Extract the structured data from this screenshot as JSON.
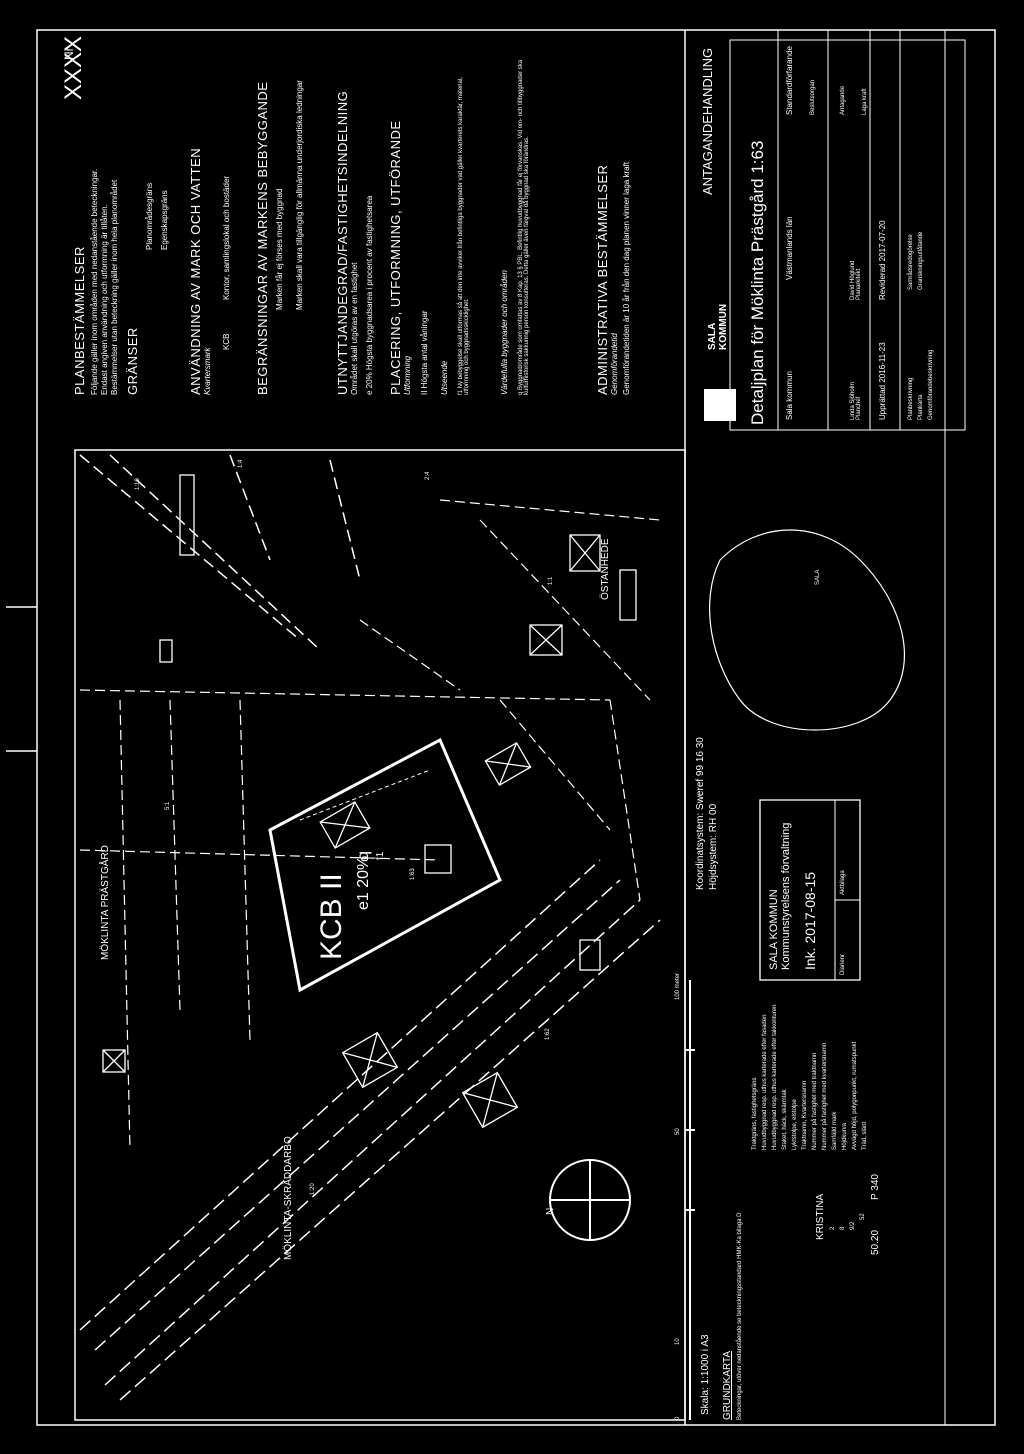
{
  "sheet": {
    "number_label": "Nr",
    "number": "XXXX"
  },
  "plan": {
    "title": "Detaljplan för Möklinta Prästgård 1:63",
    "municipality": "Sala kommun",
    "county": "Västmanlands län",
    "status_heading": "ANTAGANDEHANDLING",
    "procedure": "Standardförfarande",
    "upprattad": "Upprättad 2016-11-23",
    "reviderad": "Reviderad 2017-07-20",
    "handlaggare_left": "Linda Sjöholm\nPlanchef",
    "handlaggare_right": "David Höglund\nPlanarkitekt",
    "logo_text": "SALA\nKOMMUN"
  },
  "planbestammelser": {
    "heading": "PLANBESTÄMMELSER",
    "intro": [
      "Följande gäller inom områden med nedanstående beteckningar.",
      "Endast angiven användning och utformning är tillåten.",
      "Bestämmelser utan beteckning gäller inom hela planområdet"
    ],
    "granser_heading": "GRÄNSER",
    "granser": [
      "Planområdesgräns",
      "Egenskapsgräns"
    ],
    "anvandning_heading": "ANVÄNDNING AV MARK OCH VATTEN",
    "anvandning_sub": "Kvartersmark",
    "kcb_code": "KCB",
    "kcb_text": "Kontor, samlingslokal och bostäder",
    "begransning_heading": "BEGRÄNSNINGAR AV MARKENS BEBYGGANDE",
    "begransning": [
      "Marken får ej förses med byggnad",
      "Marken skall vara tillgänglig för allmänna underjordiska ledningar"
    ],
    "utnyttjande_heading": "UTNYTTJANDEGRAD/FASTIGHETSINDELNING",
    "utnyttjande": [
      "Området skall utgöras av en fastighet",
      "e 20%     Högsta byggnadsarea i procent av fastighetsarea"
    ],
    "placering_heading": "PLACERING, UTFORMNING, UTFÖRANDE",
    "utformning_sub": "Utformning",
    "utformning": "II      Högsta antal våningar",
    "utseende_sub": "Utseende",
    "utseende": "f1   Ny bebyggelse skall utformas så att den inte avviker från befintliga byggnader vad gäller kvarterets karaktär, material, utformning och byggnadsskicklighet.",
    "vardefulla_sub": "Värdefulla byggnader och områden",
    "vardefulla": "q     Byggnad/område som omfattas av 8 Kap. 13 § PBL. Befintlig huvudbyggnad får ej förvanskas. Vid om- och tillbyggnader ska kulturhistorisk sakkunnig person konsulteras. Detta gäller även färgval då byggnad ska förändras.",
    "admin_heading": "ADMINISTRATIVA BESTÄMMELSER",
    "genomforande_sub": "Genomförandetid",
    "genomforande": "Genomförandetiden är 10 år från den dag planen vinner laga kraft"
  },
  "map": {
    "labels": {
      "kcb": "KCB II",
      "e20": "e1 20%",
      "q": "q",
      "f": "f1",
      "moklinta_prastgard": "MÖKLINTA PRÄSTGÅRD",
      "moklinta_skraddarbo": "MÖKLINTA-SKRÄDDARBO",
      "ostanhede": "ÖSTANHEDE",
      "n": "N"
    },
    "parcel_numbers": [
      "1:63",
      "1:62",
      "1:20",
      "1:1",
      "1:10",
      "1:4",
      "2:4",
      "5:1"
    ],
    "koordinatsystem": "Koordinatsystem: Sweref 99 16 30",
    "hojdsystem": "Höjdsystem: RH 00",
    "skala": "Skala: 1:1000 i A3",
    "scale_ticks": [
      "0",
      "10",
      "50",
      "100 meter"
    ]
  },
  "grundkarta": {
    "heading": "GRUNDKARTA",
    "intro": "Beteckningar, utöver nedanstående se beteckningsstandard HMK-Ka bilaga D",
    "items": [
      "Traktgräns, fastighetsgräns",
      "Huvudbyggnad resp. uthus karterade efter fasaden",
      "Huvudbyggnad resp. uthus karterade efter takkonturen",
      "Staket, häck, skärmtak",
      "Lyktstolpe, elstolpe",
      "Traktnamn, Kvartersnamn",
      "Nummer på fastighet med traktnamn",
      "Nummer på fastighet med kvartersnamn",
      "Samfälld mark",
      "Höjdkurva",
      "Avvägd höjd, polygonpunkt, rumatspunkt",
      "Träd, slänt"
    ],
    "symbols": [
      "KRISTINA",
      "2",
      "8",
      "9/2",
      "52",
      "50.20",
      "P 340"
    ]
  },
  "stamp": {
    "org": "SALA KOMMUN\nKommunstyrelsens förvaltning",
    "ink": "Ink. 2017-08-15",
    "diarienr": "Diarienr",
    "aktbilaga": "Aktbilaga"
  },
  "context_map": {
    "town_label": "SALA"
  },
  "table_right": [
    "Beslutsorgan",
    "Antagande",
    "Laga kraft"
  ],
  "checklist": [
    "Planbeskrivning",
    "Plankarta",
    "Genomförandebeskrivning",
    "Samrådsredogörelse",
    "Granskningsutlåtande"
  ]
}
